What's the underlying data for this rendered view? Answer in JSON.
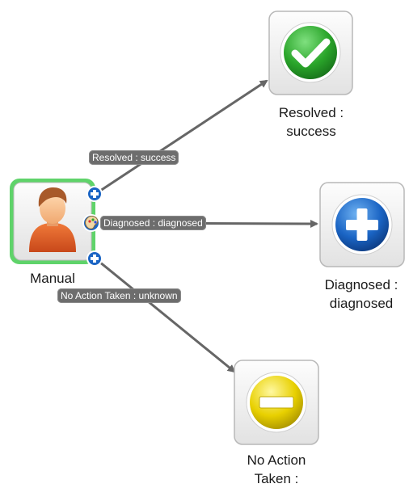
{
  "nodes": {
    "manual": {
      "label": "Manual"
    },
    "resolved": {
      "label_line1": "Resolved :",
      "label_line2": "success"
    },
    "diagnosed": {
      "label_line1": "Diagnosed :",
      "label_line2": "diagnosed"
    },
    "no_action": {
      "label_line1": "No Action",
      "label_line2": "Taken :"
    }
  },
  "edges": {
    "resolved": "Resolved : success",
    "diagnosed": "Diagnosed : diagnosed",
    "no_action": "No Action Taken : unknown"
  },
  "icons": {
    "manual": "user-icon",
    "resolved": "check-icon",
    "diagnosed": "plus-icon",
    "no_action": "minus-icon",
    "add_port": "plus-circle-icon",
    "palette": "palette-icon"
  },
  "colors": {
    "selected_border": "#5fd36a",
    "edge": "#666666",
    "edge_label_bg": "#6d6d6d",
    "success": "#2aa52a",
    "info": "#1a64c4",
    "warning": "#e8d000"
  }
}
